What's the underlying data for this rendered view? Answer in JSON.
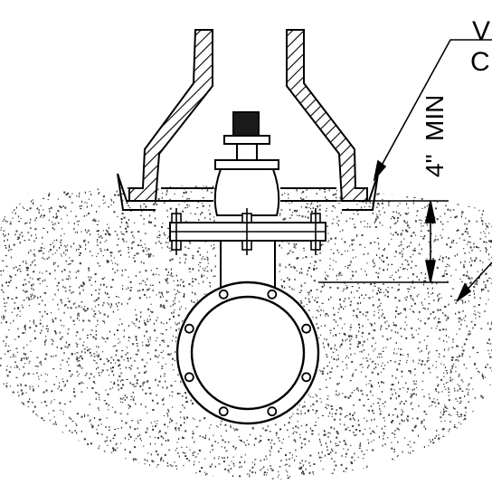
{
  "labels": {
    "callout_top_line1": "V",
    "callout_top_line2": "C",
    "dimension_value": "4\"",
    "dimension_suffix": "MIN"
  },
  "colors": {
    "ink": "#000000",
    "background": "#ffffff",
    "gravel": "#3a3a3a"
  },
  "icons": {
    "gravel_bed": "stipple-gravel-bedding",
    "valve_box": "hatched-valve-box-section",
    "valve": "gate-valve-with-operating-nut",
    "pipe": "flanged-pipe-section"
  }
}
